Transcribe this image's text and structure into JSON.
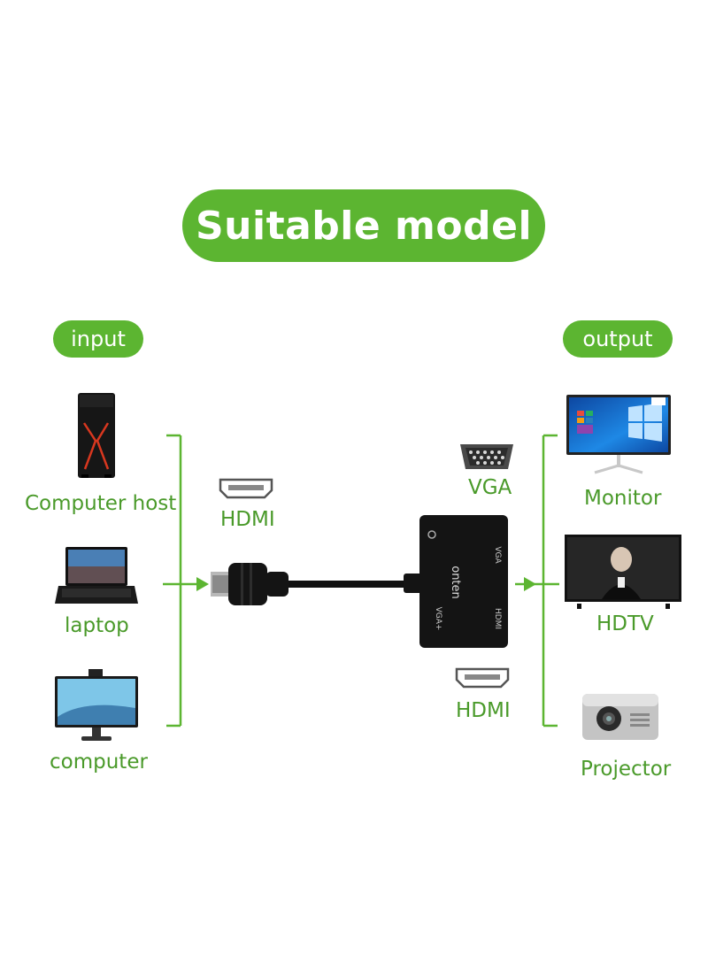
{
  "title": "Suitable model",
  "input": {
    "heading": "input",
    "devices": [
      {
        "label": "Computer host",
        "icon": "tower-pc-icon"
      },
      {
        "label": "laptop",
        "icon": "laptop-icon"
      },
      {
        "label": "computer",
        "icon": "all-in-one-computer-icon"
      }
    ],
    "port_label": "HDMI"
  },
  "adapter": {
    "brand": "onten",
    "port_labels": [
      "VGA",
      "HDMI"
    ],
    "side_label": "VGA+"
  },
  "outputs_ports": {
    "vga_label": "VGA",
    "hdmi_label": "HDMI"
  },
  "output": {
    "heading": "output",
    "devices": [
      {
        "label": "Monitor",
        "icon": "monitor-icon"
      },
      {
        "label": "HDTV",
        "icon": "hdtv-icon"
      },
      {
        "label": "Projector",
        "icon": "projector-icon"
      }
    ]
  },
  "colors": {
    "accent_green": "#5cb531",
    "label_green": "#4a9a2a",
    "device_black": "#151515"
  }
}
